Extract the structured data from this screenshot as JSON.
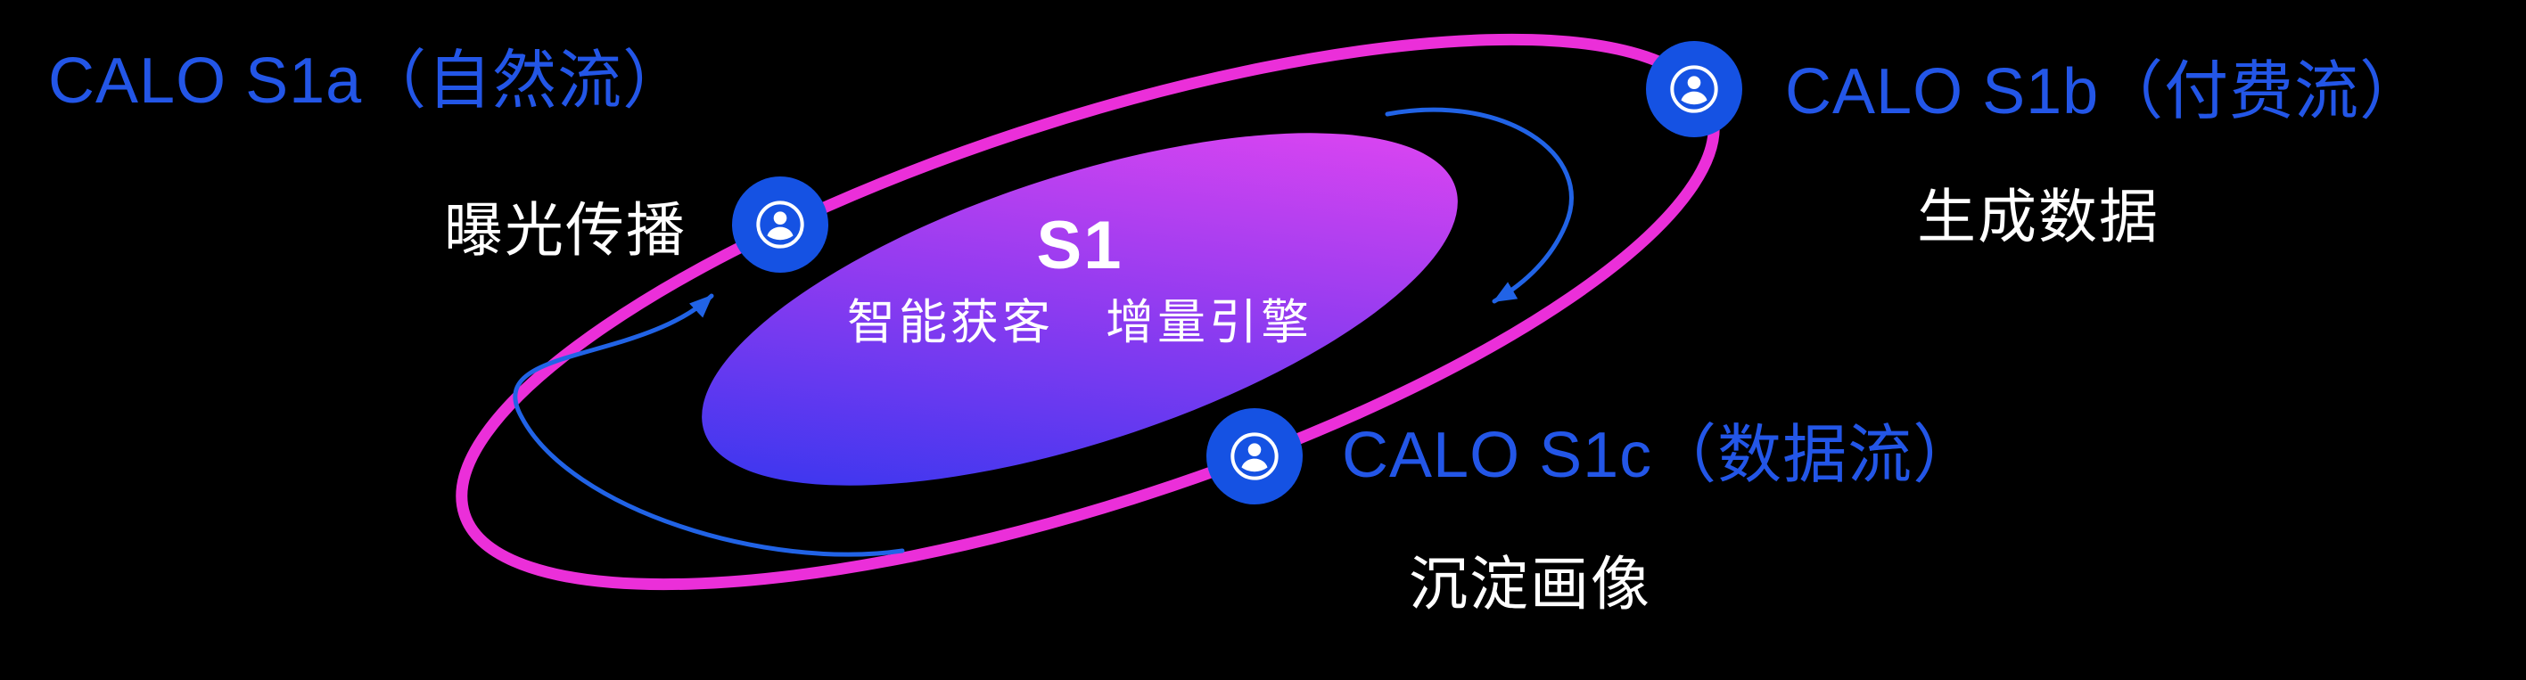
{
  "diagram": {
    "center": {
      "title": "S1",
      "subtitle": "智能获客　增量引擎"
    },
    "nodes": [
      {
        "id": "s1a",
        "title": "CALO S1a（自然流）",
        "subtitle": "曝光传播",
        "icon": "user-icon"
      },
      {
        "id": "s1b",
        "title": "CALO S1b（付费流）",
        "subtitle": "生成数据",
        "icon": "user-icon"
      },
      {
        "id": "s1c",
        "title": "CALO S1c（数据流）",
        "subtitle": "沉淀画像",
        "icon": "user-icon"
      }
    ],
    "colors": {
      "background": "#000000",
      "title_blue": "#2356e7",
      "node_blue": "#1552e3",
      "orbit_magenta": "#eb2fd9",
      "core_gradient_start": "#2f36ef",
      "core_gradient_end": "#e746f1",
      "arrow_blue": "#2163e6",
      "text_white": "#ffffff"
    }
  }
}
